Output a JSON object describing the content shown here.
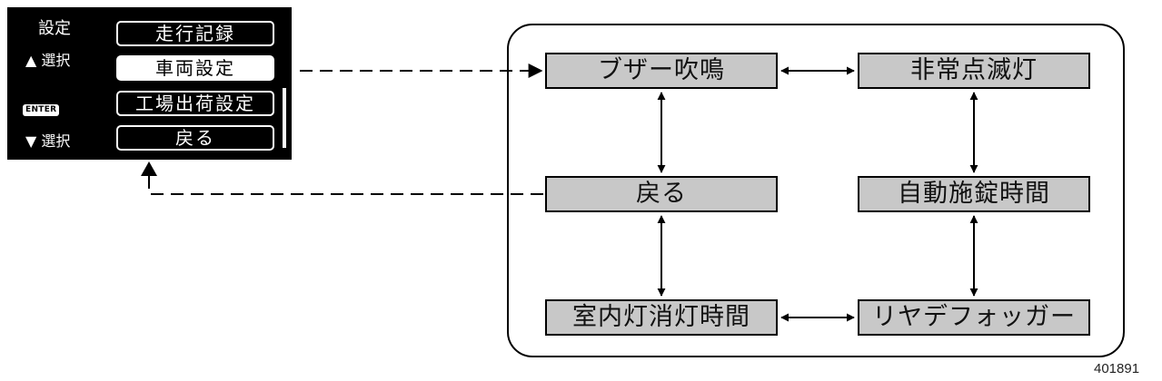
{
  "screen": {
    "title": "設定",
    "up_label": "▲ 選択",
    "enter_label": "ENTER",
    "down_label": "▼ 選択",
    "menu": [
      {
        "label": "走行記録",
        "selected": false
      },
      {
        "label": "車両設定",
        "selected": true
      },
      {
        "label": "工場出荷設定",
        "selected": false
      },
      {
        "label": "戻る",
        "selected": false
      }
    ]
  },
  "diagram": {
    "nodes": {
      "buzzer": "ブザー吹鳴",
      "hazard": "非常点滅灯",
      "back": "戻る",
      "autolock": "自動施錠時間",
      "interior": "室内灯消灯時間",
      "defogger": "リヤデフォッガー"
    },
    "connections": [
      [
        "buzzer",
        "hazard"
      ],
      [
        "buzzer",
        "back"
      ],
      [
        "hazard",
        "autolock"
      ],
      [
        "back",
        "interior"
      ],
      [
        "autolock",
        "defogger"
      ],
      [
        "interior",
        "defogger"
      ]
    ],
    "colors": {
      "node_fill": "#c8c8c8",
      "panel": "#000000"
    }
  },
  "figure_id": "401891"
}
